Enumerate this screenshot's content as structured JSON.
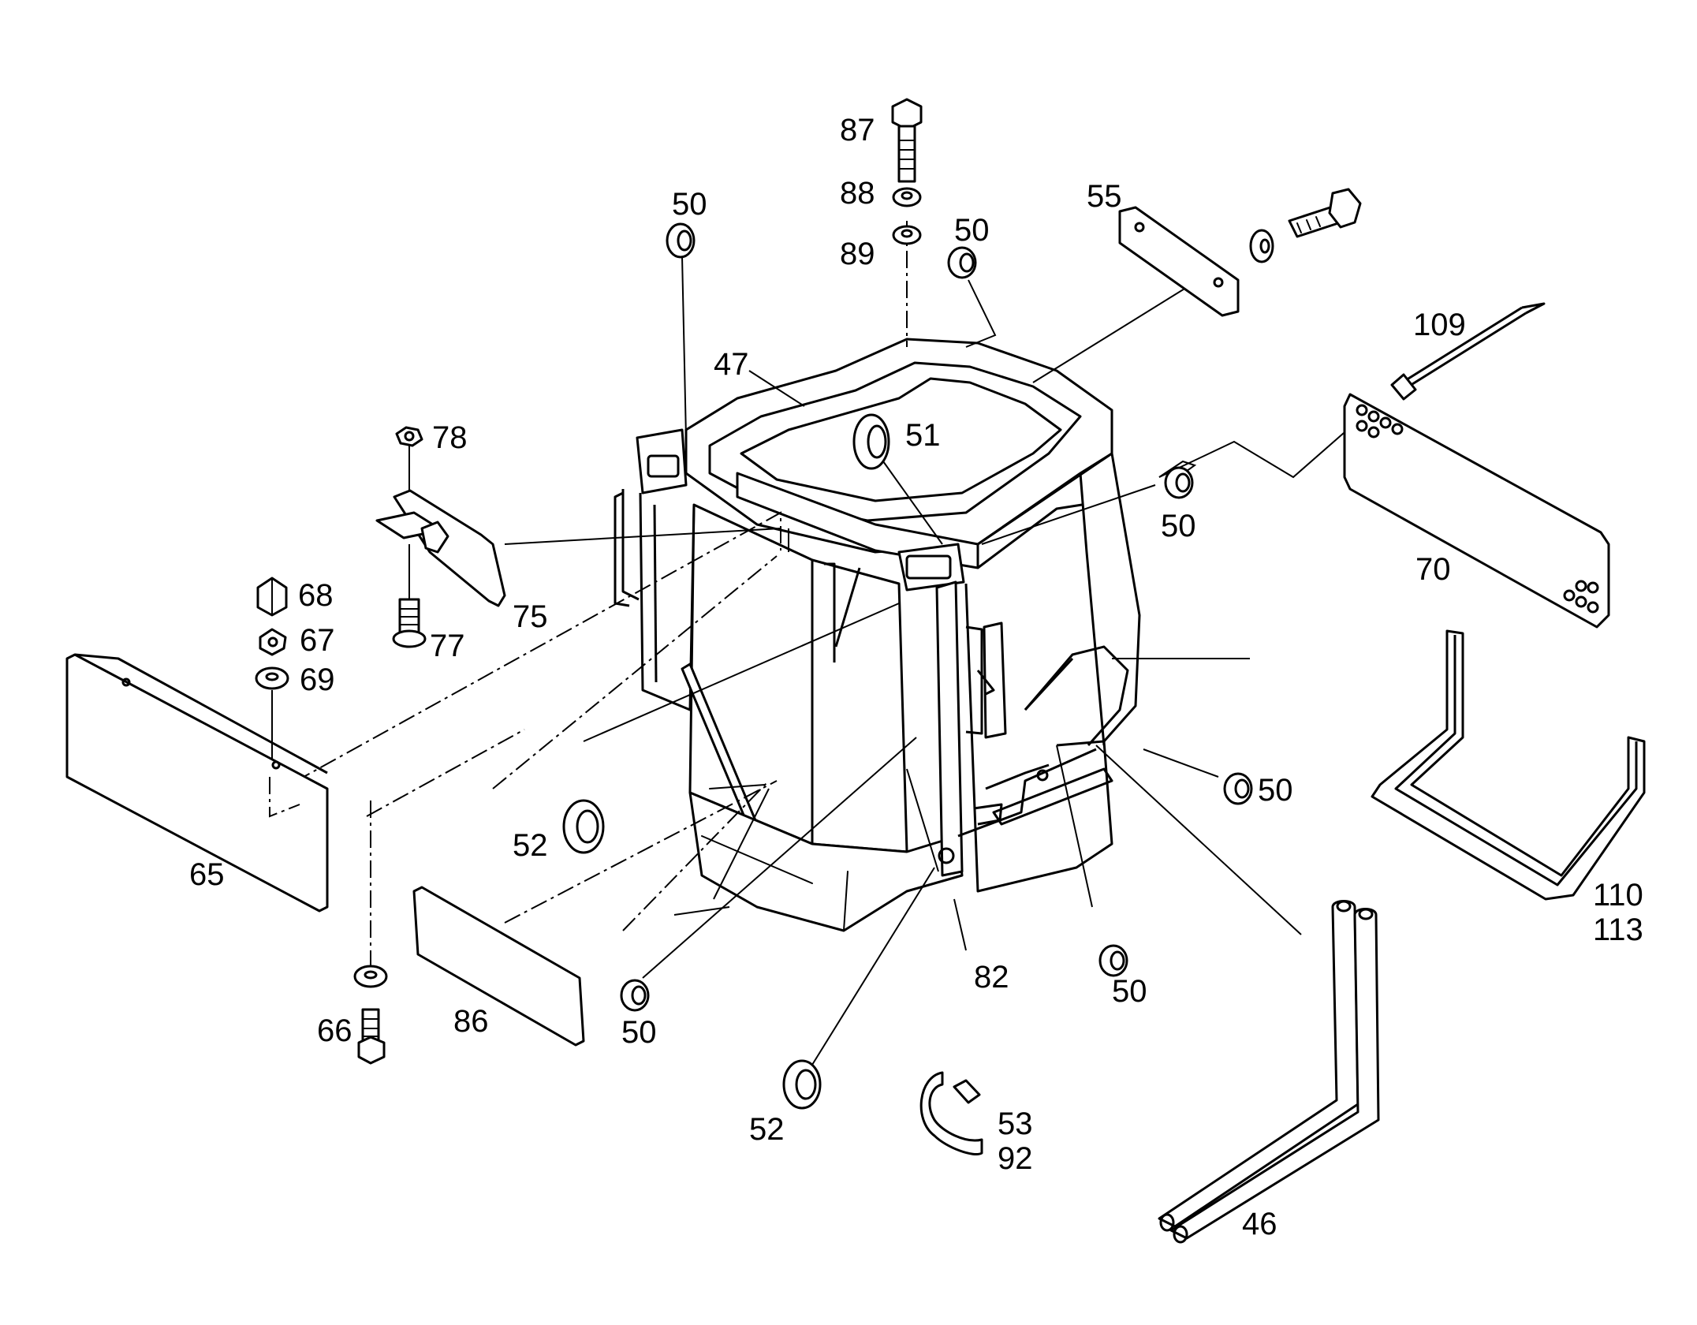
{
  "diagram": {
    "type": "exploded parts diagram",
    "callouts": {
      "c87": "87",
      "c88": "88",
      "c89": "89",
      "c50_a": "50",
      "c50_b": "50",
      "c50_c": "50",
      "c50_d": "50",
      "c50_e": "50",
      "c50_f": "50",
      "c55": "55",
      "c109": "109",
      "c47": "47",
      "c51": "51",
      "c78": "78",
      "c75": "75",
      "c77": "77",
      "c68": "68",
      "c67": "67",
      "c69": "69",
      "c65": "65",
      "c70": "70",
      "c110": "110",
      "c113": "113",
      "c52_a": "52",
      "c52_b": "52",
      "c86": "86",
      "c66": "66",
      "c82": "82",
      "c53": "53",
      "c92": "92",
      "c46": "46"
    }
  }
}
